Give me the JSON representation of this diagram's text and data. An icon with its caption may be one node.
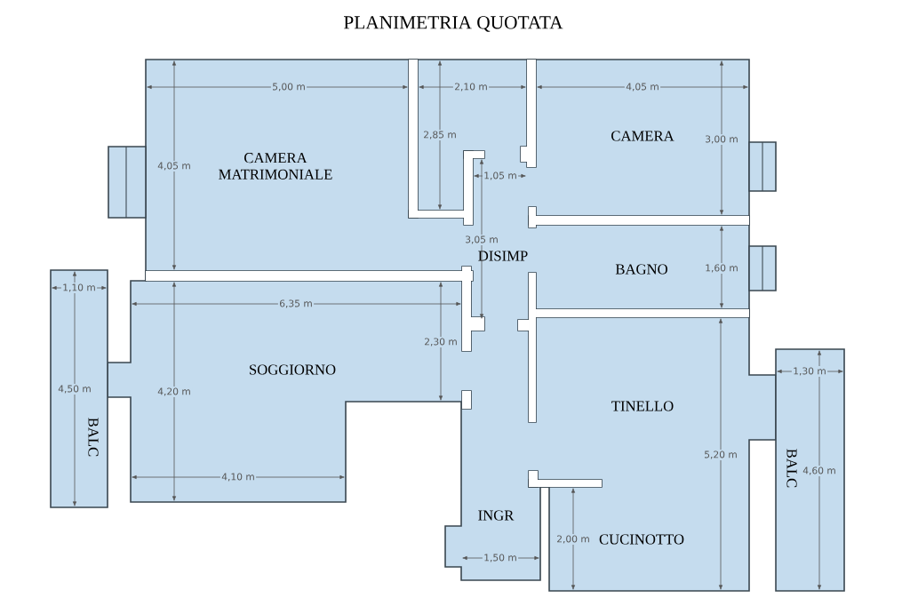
{
  "diagram": {
    "title": "PLANIMETRIA QUOTATA",
    "labels": [
      "5,00 m",
      "2,10 m",
      "4,05 m",
      "2,85 m",
      "3,00 m",
      "CAMERA",
      "4,05 m",
      "CAMERA MATRIMONIALE",
      "1,05 m",
      "3,05 m",
      "DISIMP",
      "BAGNO",
      "1,60 m",
      "1,10 m",
      "6,35 m",
      "2,30 m",
      "SOGGIORNO",
      "1,30 m",
      "4,20 m",
      "4,50 m",
      "TINELLO",
      "BALC",
      "5,20 m",
      "BALC",
      "4,60 m",
      "4,10 m",
      "INGR",
      "CUCINOTTO",
      "2,00 m",
      "1,50 m"
    ]
  }
}
